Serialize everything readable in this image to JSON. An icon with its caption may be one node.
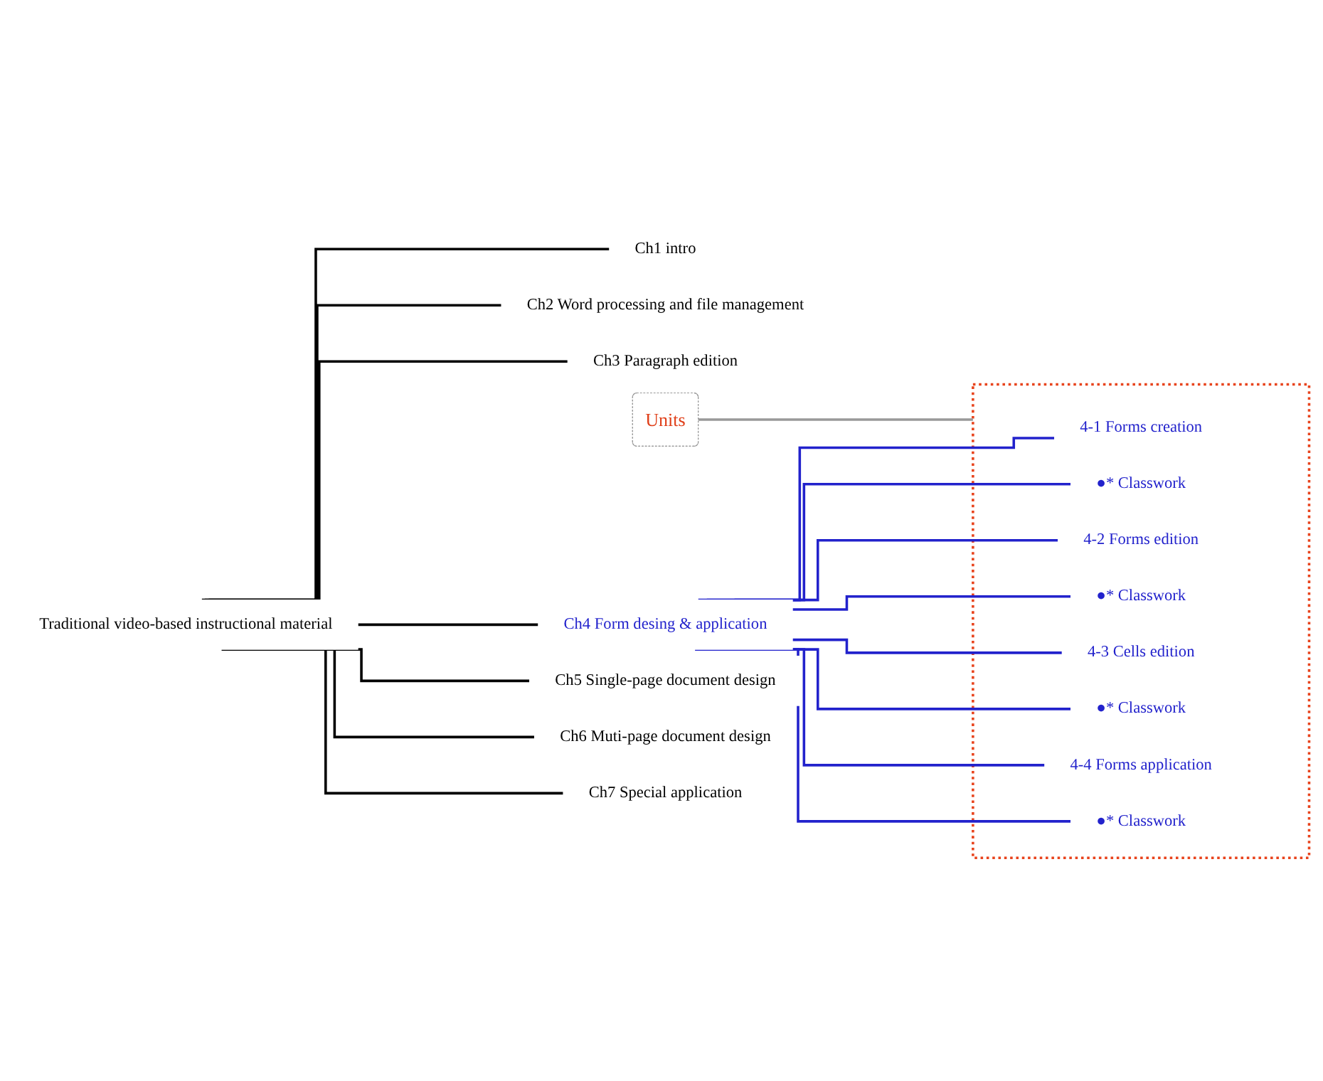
{
  "diagram": {
    "nodes": [
      {
        "text": [
          "Traditional video-based instructional material"
        ]
      },
      {
        "text": [
          "Ch1 intro"
        ]
      },
      {
        "text": [
          "Ch2 Word processing and file management"
        ]
      },
      {
        "text": [
          "Ch3 Paragraph edition"
        ]
      },
      {
        "text": [
          "Ch4 Form desing & application"
        ]
      },
      {
        "text": [],
        "shape": "ellipse"
      },
      {
        "text": [
          "4-1 Forms creation"
        ],
        "in": 5
      },
      {
        "text": [
          "●* Classwork"
        ],
        "in": 5
      },
      {
        "text": [
          "4-2 Forms edition"
        ],
        "in": 5
      },
      {
        "text": [
          "●* Classwork"
        ],
        "in": 5
      },
      {
        "text": [
          "4-3 Cells edition"
        ],
        "in": 5
      },
      {
        "text": [
          "●* Classwork"
        ],
        "in": 5
      },
      {
        "text": [
          "4-4 Forms application"
        ],
        "in": 5
      },
      {
        "text": [
          "●* Classwork"
        ],
        "in": 5
      },
      {
        "text": [
          "Units"
        ]
      },
      {
        "text": [
          "Ch5 Single-page document design"
        ]
      },
      {
        "text": [
          "Ch6 Muti-page document design"
        ]
      },
      {
        "text": [
          "Ch7 Special application"
        ]
      }
    ],
    "edges": [
      {
        "from": 0,
        "to": 1,
        "arrow": "none",
        "color": "#000000"
      },
      {
        "from": 0,
        "to": 2,
        "arrow": "none",
        "color": "#000000"
      },
      {
        "from": 0,
        "to": 3,
        "arrow": "none",
        "color": "#000000"
      },
      {
        "from": 0,
        "to": 4,
        "arrow": "none",
        "color": "#000000"
      },
      {
        "from": 4,
        "to": 6,
        "arrow": "none",
        "color": "#2222cc"
      },
      {
        "from": 4,
        "to": 7,
        "arrow": "none",
        "color": "#2222cc"
      },
      {
        "from": 4,
        "to": 8,
        "arrow": "none",
        "color": "#2222cc"
      },
      {
        "from": 4,
        "to": 9,
        "arrow": "none",
        "color": "#2222cc"
      },
      {
        "from": 4,
        "to": 10,
        "arrow": "none",
        "color": "#2222cc"
      },
      {
        "from": 4,
        "to": 11,
        "arrow": "none",
        "color": "#2222cc"
      },
      {
        "from": 4,
        "to": 12,
        "arrow": "none",
        "color": "#2222cc"
      },
      {
        "from": 4,
        "to": 13,
        "arrow": "none",
        "color": "#2222cc"
      },
      {
        "from": 14,
        "to": 5,
        "arrow": "none",
        "color": "#999999"
      },
      {
        "from": 0,
        "to": 15,
        "arrow": "none",
        "color": "#000000"
      },
      {
        "from": 0,
        "to": 16,
        "arrow": "none",
        "color": "#000000"
      },
      {
        "from": 0,
        "to": 17,
        "arrow": "none",
        "color": "#000000"
      }
    ]
  }
}
